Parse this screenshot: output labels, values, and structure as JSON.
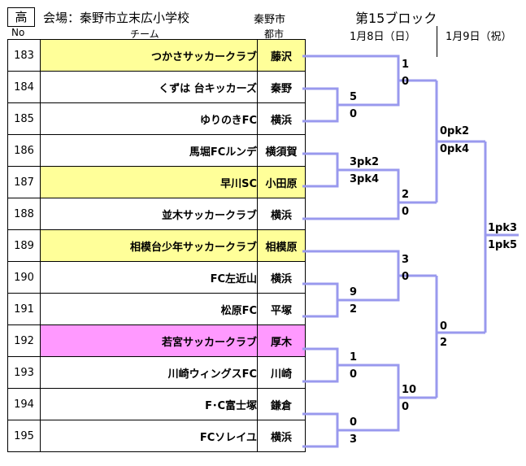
{
  "header": {
    "grade": "高",
    "venue": "会場：秦野市立末広小学校",
    "host_city": "秦野市",
    "block": "第15ブロック",
    "date1": "1月8日（日）",
    "date2": "1月9日（祝）"
  },
  "columns": {
    "no": "No",
    "team": "チーム",
    "city": "都市"
  },
  "colors": {
    "yellow": "#ffff99",
    "pink": "#ff99ff",
    "bracket": "#9999ee"
  },
  "rows": [
    {
      "no": "183",
      "team": "つかさサッカークラブ",
      "city": "藤沢",
      "hl": "yellow"
    },
    {
      "no": "184",
      "team": "くずは 台キッカーズ",
      "city": "秦野",
      "hl": "none"
    },
    {
      "no": "185",
      "team": "ゆりのきFC",
      "city": "横浜",
      "hl": "none"
    },
    {
      "no": "186",
      "team": "馬堀FCルンデ",
      "city": "横須賀",
      "hl": "none"
    },
    {
      "no": "187",
      "team": "早川SC",
      "city": "小田原",
      "hl": "yellow"
    },
    {
      "no": "188",
      "team": "並木サッカークラブ",
      "city": "横浜",
      "hl": "none"
    },
    {
      "no": "189",
      "team": "相模台少年サッカークラブ",
      "city": "相模原",
      "hl": "yellow"
    },
    {
      "no": "190",
      "team": "FC左近山",
      "city": "横浜",
      "hl": "none"
    },
    {
      "no": "191",
      "team": "松原FC",
      "city": "平塚",
      "hl": "none"
    },
    {
      "no": "192",
      "team": "若宮サッカークラブ",
      "city": "厚木",
      "hl": "pink"
    },
    {
      "no": "193",
      "team": "川崎ウィングスFC",
      "city": "川崎",
      "hl": "none"
    },
    {
      "no": "194",
      "team": "F･C富士塚",
      "city": "鎌倉",
      "hl": "none"
    },
    {
      "no": "195",
      "team": "FCソレイユ",
      "city": "横浜",
      "hl": "none"
    }
  ],
  "scores": {
    "m1_top": "5",
    "m1_bot": "0",
    "m2_top": "1",
    "m2_bot": "0",
    "m3_top": "3pk2",
    "m3_bot": "3pk4",
    "m4_top": "2",
    "m4_bot": "0",
    "m5_top": "9",
    "m5_bot": "2",
    "m6_top": "3",
    "m6_bot": "0",
    "m7_top": "1",
    "m7_bot": "0",
    "m8_top": "0",
    "m8_bot": "3",
    "m9_top": "10",
    "m9_bot": "0",
    "sf1_top": "0pk2",
    "sf1_bot": "0pk4",
    "sf2_top": "0",
    "sf2_bot": "2",
    "final_top": "1pk3",
    "final_bot": "1pk5"
  }
}
